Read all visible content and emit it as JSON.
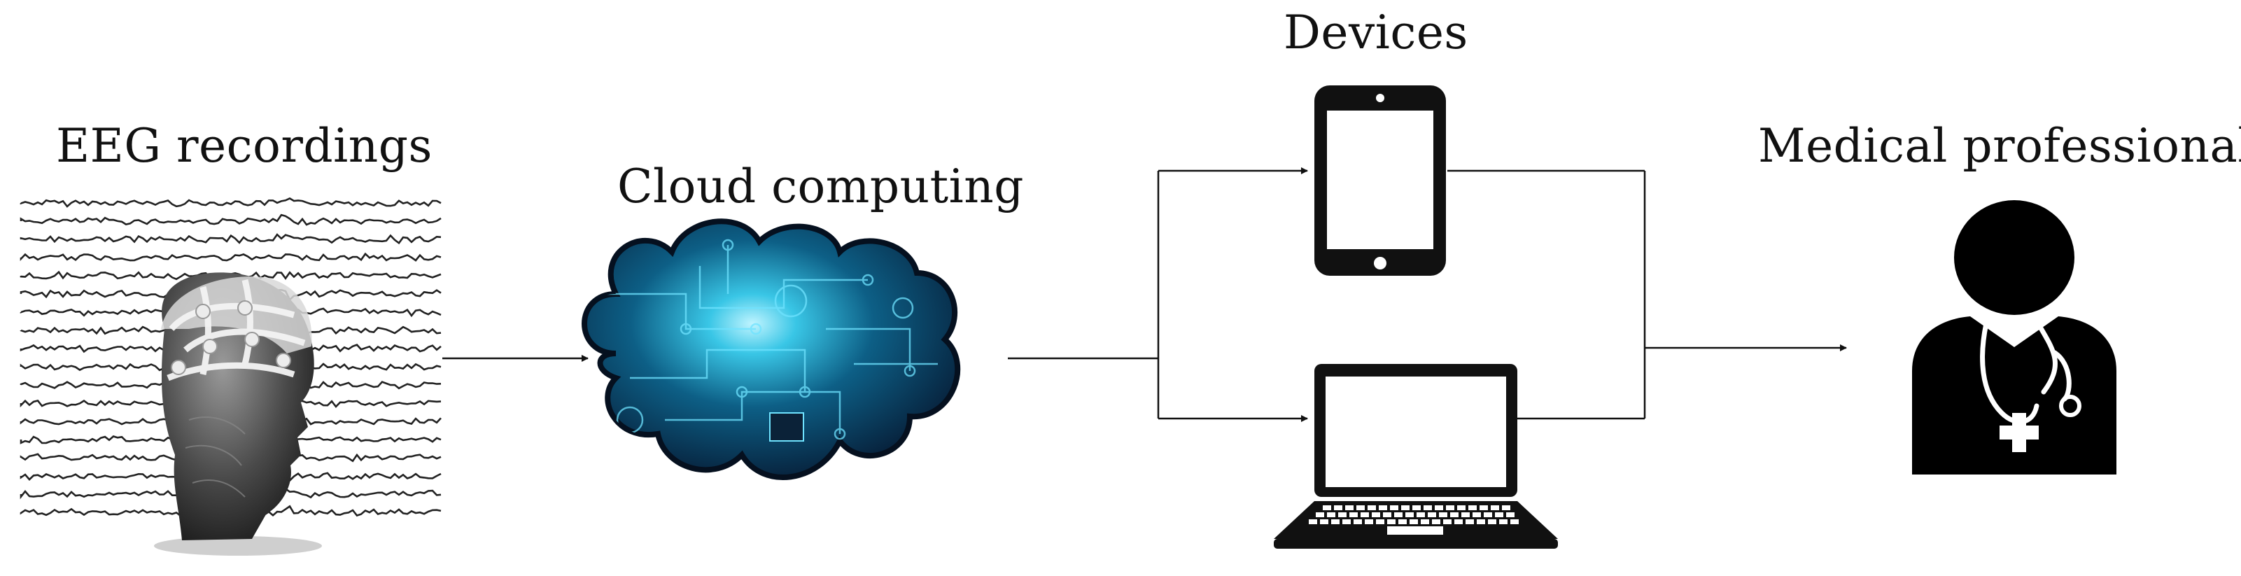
{
  "diagram": {
    "labels": {
      "eeg": "EEG recordings",
      "cloud": "Cloud computing",
      "devices": "Devices",
      "medical": "Medical professionals"
    },
    "icons": {
      "eeg": "eeg-headset-head-icon",
      "cloud": "cloud-circuit-icon",
      "tablet": "tablet-icon",
      "laptop": "laptop-icon",
      "doctor": "doctor-stethoscope-icon"
    },
    "colors": {
      "line": "#111111",
      "cloud_dark": "#0a1a33",
      "cloud_glow": "#39c6e6",
      "device_fill": "#111111",
      "screen": "#ffffff"
    }
  }
}
